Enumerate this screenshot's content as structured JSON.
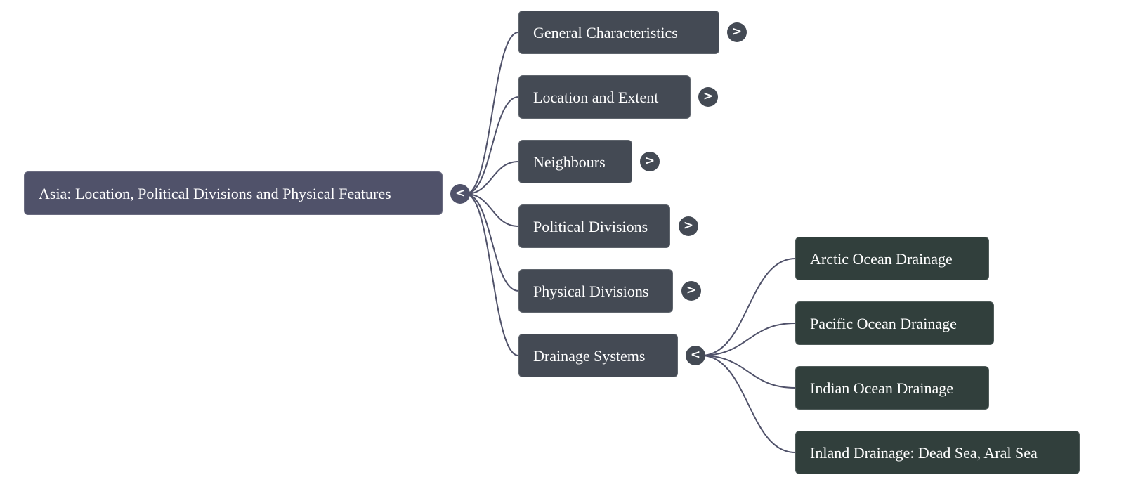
{
  "root": {
    "label": "Asia: Location, Political Divisions and Physical Features",
    "toggle": "<",
    "color": "#50526a"
  },
  "branches": [
    {
      "label": "General Characteristics",
      "toggle": ">"
    },
    {
      "label": "Location and Extent",
      "toggle": ">"
    },
    {
      "label": "Neighbours",
      "toggle": ">"
    },
    {
      "label": "Political Divisions",
      "toggle": ">"
    },
    {
      "label": "Physical Divisions",
      "toggle": ">"
    },
    {
      "label": "Drainage Systems",
      "toggle": "<",
      "children": [
        {
          "label": "Arctic Ocean Drainage"
        },
        {
          "label": "Pacific Ocean Drainage"
        },
        {
          "label": "Indian Ocean Drainage"
        },
        {
          "label": "Inland Drainage: Dead Sea, Aral Sea"
        }
      ]
    }
  ],
  "colors": {
    "level1": "#444a54",
    "level2": "#313f3c",
    "link": "#50526a"
  }
}
